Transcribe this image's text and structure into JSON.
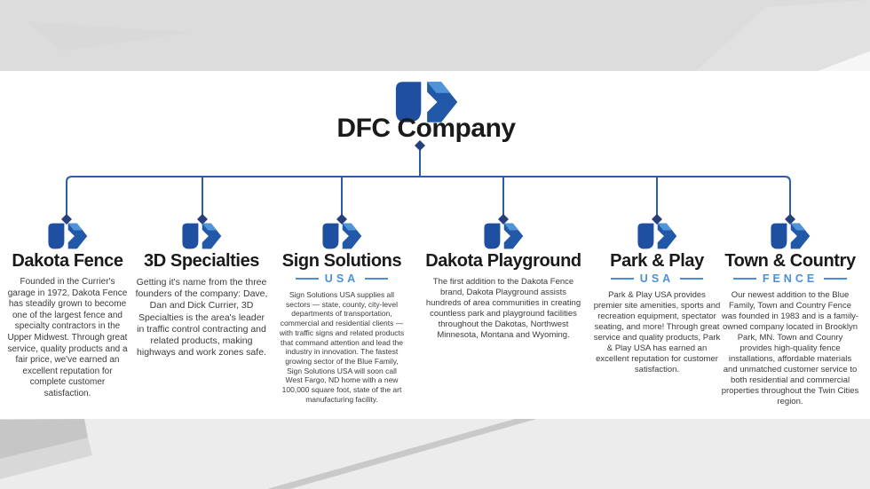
{
  "root": {
    "title": "DFC Company"
  },
  "colors": {
    "brand_dark_blue": "#1f4fa0",
    "brand_mid_blue": "#2158a8",
    "brand_light_blue": "#4f94d9",
    "connector_blue": "#2b5cad",
    "diamond_navy": "#263f7d",
    "tagline_blue": "#4a90d8",
    "title_black": "#1a1a1a",
    "body_gray": "#3a3a3a"
  },
  "companies": [
    {
      "name": "Dakota Fence",
      "tagline": "",
      "description": "Founded in the Currier's garage in 1972, Dakota Fence has steadily grown to become one of the largest fence and specialty contractors in the Upper Midwest. Through great service, quality products and a fair price, we've earned an excellent reputation for complete customer satisfaction."
    },
    {
      "name": "3D Specialties",
      "tagline": "",
      "description": "Getting it's name from the three founders of the company: Dave, Dan and Dick Currier, 3D Specialties is the area's leader in traffic control contracting and related products, making highways and work zones safe."
    },
    {
      "name": "Sign Solutions",
      "tagline": "USA",
      "description": "Sign Solutions USA supplies all sectors — state, county, city-level departments of transportation, commercial and residential clients — with traffic signs and related products that command attention and lead the industry in innovation. The fastest growing sector of the Blue Family, Sign Solutions USA will soon call West Fargo, ND home with a new 100,000 square foot, state of the art manufacturing facility."
    },
    {
      "name": "Dakota Playground",
      "tagline": "",
      "description": "The first addition to the Dakota Fence brand, Dakota Playground assists hundreds of area communities in creating countless park and playground facilities throughout the Dakotas, Northwest Minnesota, Montana and Wyoming."
    },
    {
      "name": "Park & Play",
      "tagline": "USA",
      "description": "Park & Play USA provides premier site amenities, sports and recreation equipment, spectator seating, and more! Through great service and quality products, Park & Play USA has earned an excellent reputation for customer satisfaction."
    },
    {
      "name": "Town & Country",
      "tagline": "FENCE",
      "description": "Our newest addition to the Blue Family, Town and Country Fence was founded in 1983 and is a family-owned company located in Brooklyn Park, MN. Town and Counry provides high-quality fence installations, affordable materials and unmatched customer service to both residential and commercial properties throughout the Twin Cities region."
    }
  ]
}
